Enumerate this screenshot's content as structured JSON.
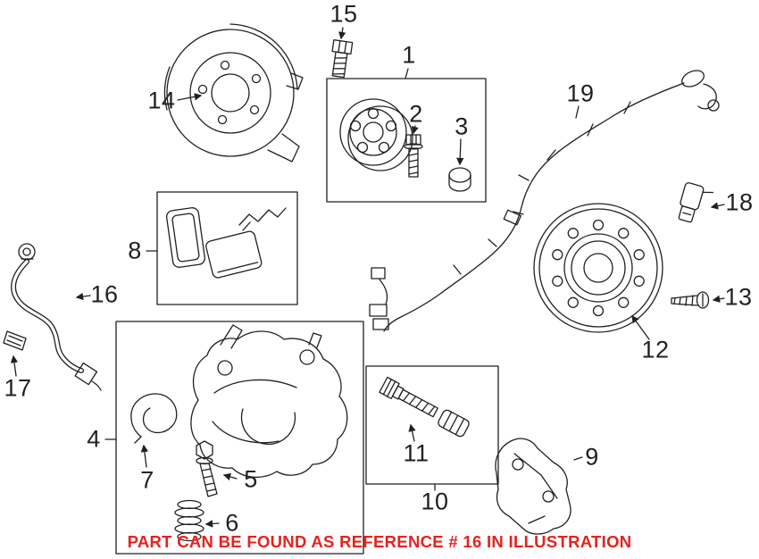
{
  "illustration": {
    "background": "#ffffff",
    "line_color": "#231f20",
    "note": {
      "text": "PART CAN BE FOUND AS REFERENCE # 16 IN ILLUSTRATION",
      "color": "#e8211d"
    },
    "callouts": [
      {
        "ref": "1"
      },
      {
        "ref": "2"
      },
      {
        "ref": "3"
      },
      {
        "ref": "4"
      },
      {
        "ref": "5"
      },
      {
        "ref": "6"
      },
      {
        "ref": "7"
      },
      {
        "ref": "8"
      },
      {
        "ref": "9"
      },
      {
        "ref": "10"
      },
      {
        "ref": "11"
      },
      {
        "ref": "12"
      },
      {
        "ref": "13"
      },
      {
        "ref": "14"
      },
      {
        "ref": "15"
      },
      {
        "ref": "16"
      },
      {
        "ref": "17"
      },
      {
        "ref": "18"
      },
      {
        "ref": "19"
      }
    ]
  }
}
